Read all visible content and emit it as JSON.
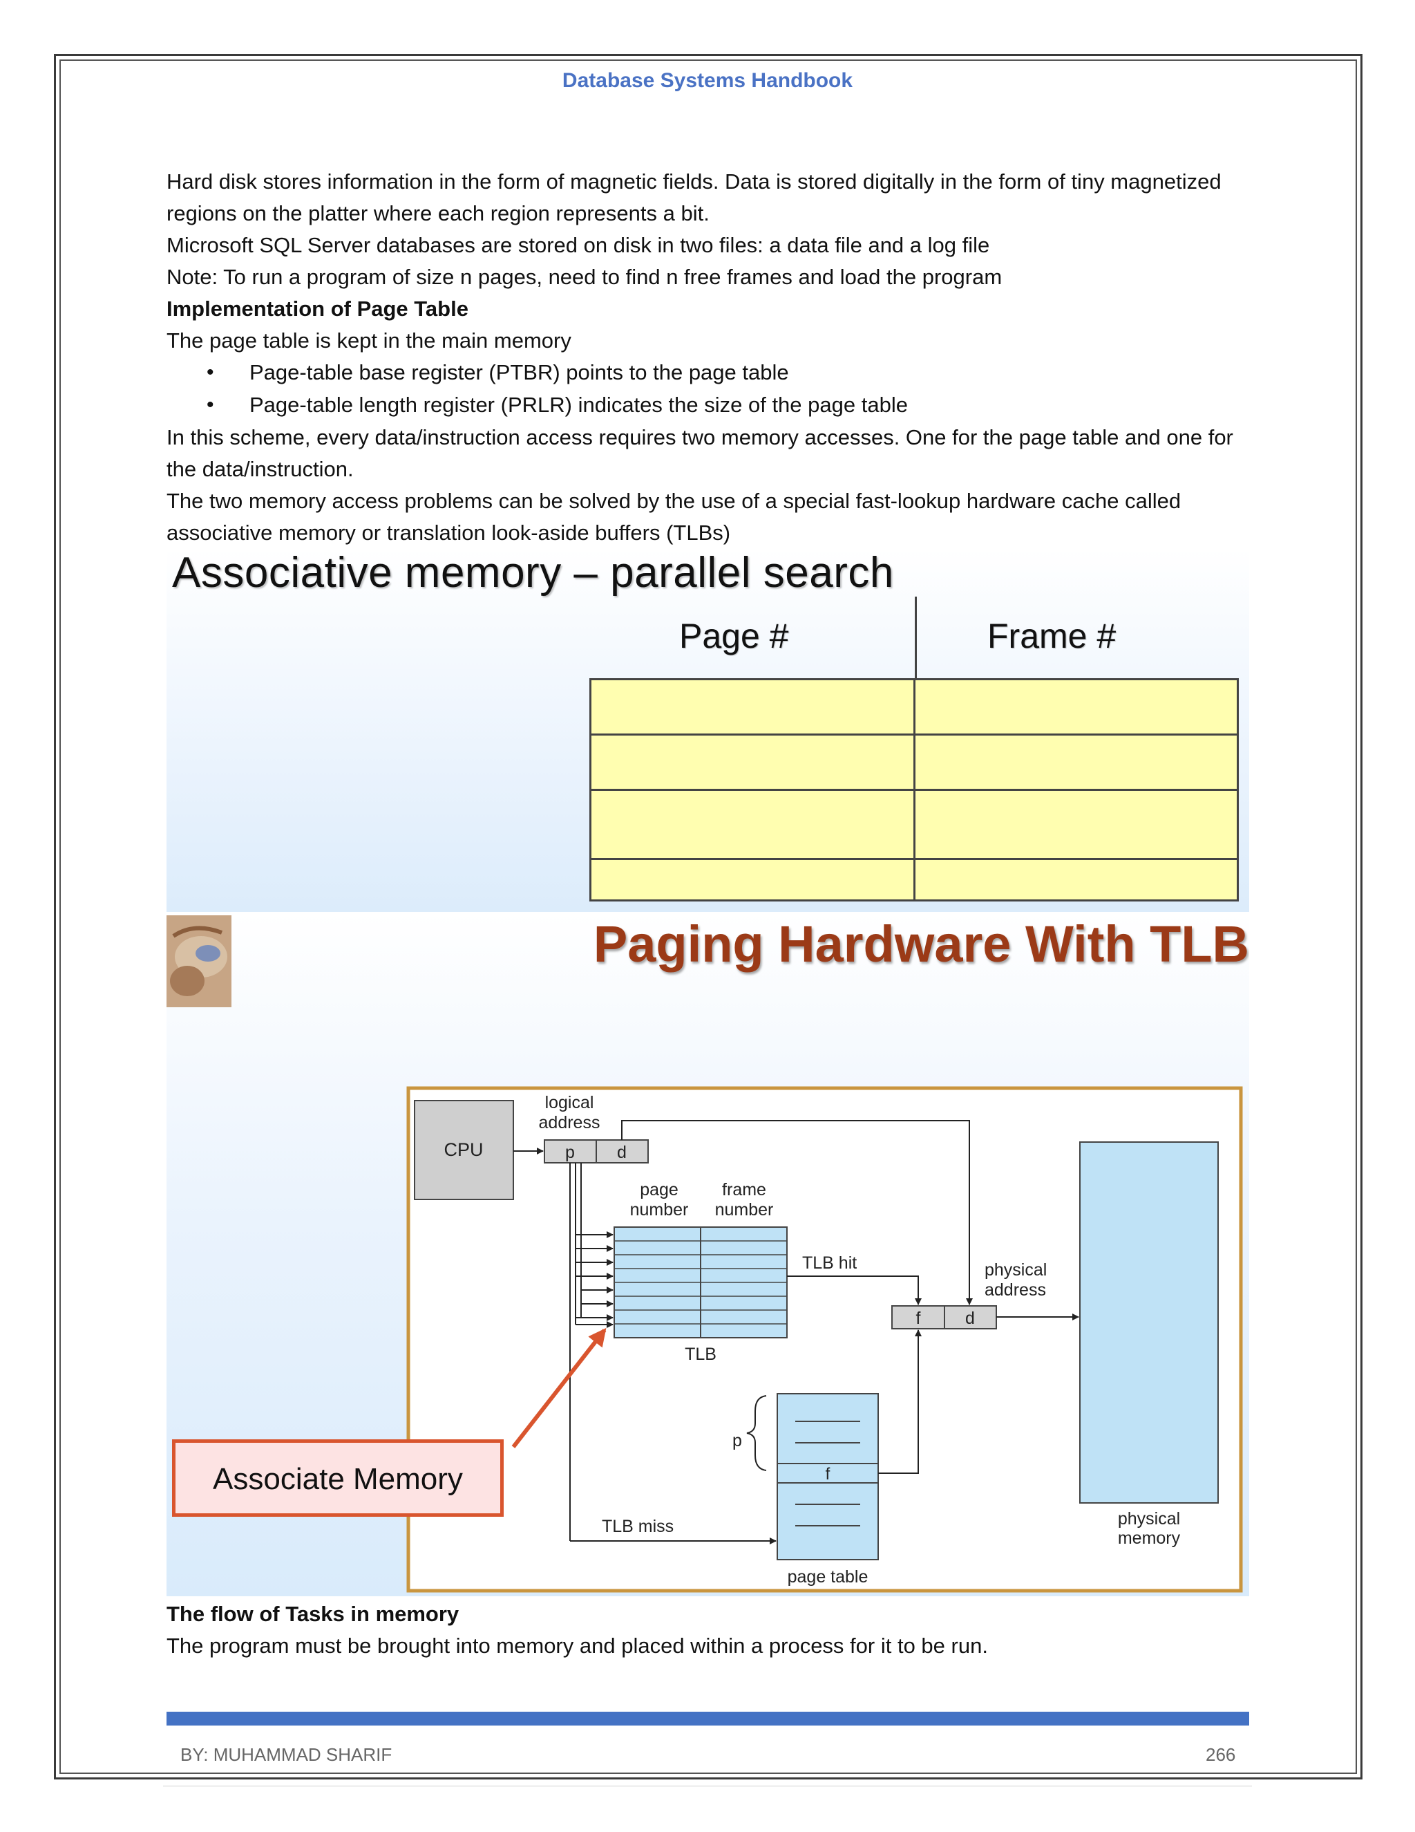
{
  "header": {
    "title": "Database Systems Handbook"
  },
  "body": {
    "p1_line1": "Hard disk stores information in the form of magnetic fields. Data is stored digitally in the form of tiny magnetized",
    "p1_line2": "regions on the platter where each region represents a bit.",
    "p2": "Microsoft SQL Server databases are stored on disk in two files: a data file and a log file",
    "p3": "Note: To run a program of size n pages, need to find n free frames and load the program",
    "heading_page_table": "Implementation of Page Table",
    "p4": "The page table is kept in the main memory",
    "bullets": [
      "Page-table base register (PTBR) points to the page table",
      "Page-table length register (PRLR) indicates the size of the page table"
    ],
    "bullet_symbol": "•",
    "p5_line1": "In this scheme, every data/instruction access requires two memory accesses. One for the page table and one for",
    "p5_line2": "the data/instruction.",
    "p6_line1": "The two memory access problems can be solved by the use of a special fast-lookup hardware cache called",
    "p6_line2": "associative memory or translation look-aside buffers (TLBs)",
    "heading_flow": "The flow of Tasks in memory",
    "p7": "The program must be brought into memory and placed within a process for it to be run."
  },
  "slide_assoc": {
    "title": "Associative memory – parallel search",
    "col_page": "Page #",
    "col_frame": "Frame #",
    "row_count": 4,
    "table_fill": "#fffeb0"
  },
  "slide_tlb": {
    "title": "Paging Hardware With TLB",
    "title_color": "#9b3a17",
    "thumbnail_icon": "slide-thumbnail-image",
    "callout": "Associate Memory",
    "diagram": {
      "cpu": "CPU",
      "logical_address_1": "logical",
      "logical_address_2": "address",
      "p": "p",
      "d": "d",
      "page_number_1": "page",
      "page_number_2": "number",
      "frame_number_1": "frame",
      "frame_number_2": "number",
      "tlb": "TLB",
      "tlb_hit": "TLB hit",
      "tlb_miss": "TLB miss",
      "f": "f",
      "physical_address_1": "physical",
      "physical_address_2": "address",
      "physical_memory_1": "physical",
      "physical_memory_2": "memory",
      "page_table": "page table"
    }
  },
  "footer": {
    "author": "BY: MUHAMMAD SHARIF",
    "page_number": "266",
    "bar_color": "#4472c4"
  }
}
